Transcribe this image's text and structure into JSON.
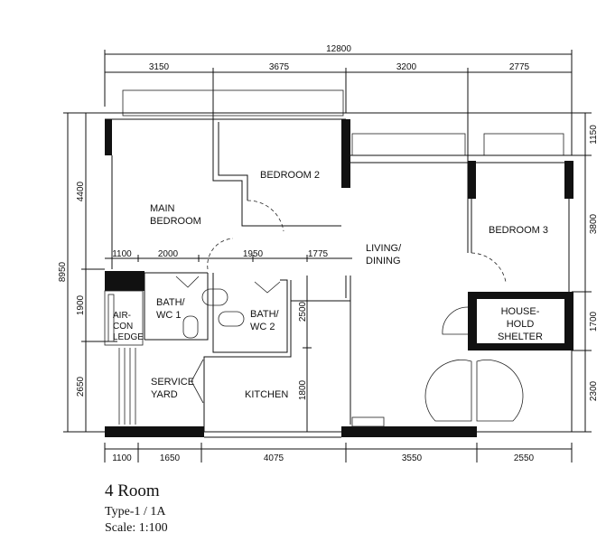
{
  "plan": {
    "title": "4 Room",
    "type": "Type-1  / 1A",
    "scale": "Scale: 1:100",
    "rooms": {
      "main_bedroom": [
        "MAIN",
        "BEDROOM"
      ],
      "bedroom2": "BEDROOM 2",
      "bedroom3": "BEDROOM 3",
      "living": [
        "LIVING/",
        "DINING"
      ],
      "bath1": [
        "BATH/",
        "WC  1"
      ],
      "bath2": [
        "BATH/",
        "WC  2"
      ],
      "aircon": [
        "AIR-",
        "CON",
        "LEDGE"
      ],
      "service_yard": [
        "SERVICE",
        "YARD"
      ],
      "kitchen": "KITCHEN",
      "shelter": [
        "HOUSE-",
        "HOLD",
        "SHELTER"
      ]
    },
    "dimensions": {
      "overall_width": "12800",
      "top": [
        "3150",
        "3675",
        "3200",
        "2775"
      ],
      "bottom": [
        "1100",
        "1650",
        "4075",
        "3550",
        "2550"
      ],
      "overall_depth": "8950",
      "left": [
        "4400",
        "1900",
        "2650"
      ],
      "right": [
        "1150",
        "3800",
        "1700",
        "2300"
      ],
      "internal": [
        "1100",
        "2000",
        "1950",
        "1775"
      ],
      "kitchen_vertical": [
        "2500",
        "1800"
      ]
    }
  }
}
